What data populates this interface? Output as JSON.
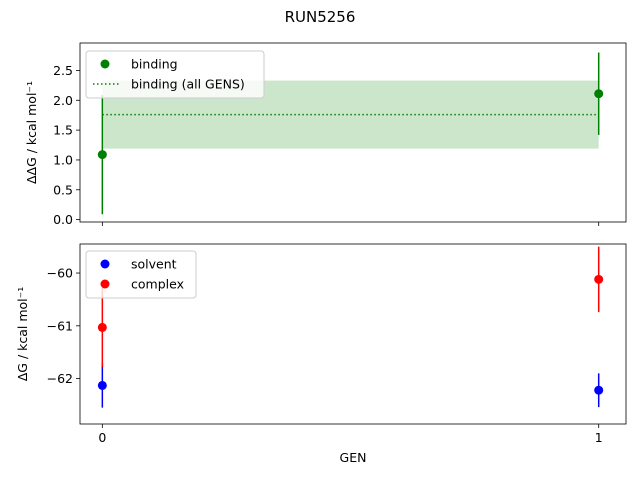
{
  "figure": {
    "title": "RUN5256"
  },
  "chart_data": [
    {
      "type": "scatter",
      "panel": "top",
      "ylabel": "ΔΔG / kcal mol⁻¹",
      "xlabel": "",
      "x": [
        0,
        1
      ],
      "xlim": [
        -0.045,
        1.055
      ],
      "ylim": [
        -0.04,
        2.96
      ],
      "yticks": [
        0.0,
        0.5,
        1.0,
        1.5,
        2.0,
        2.5
      ],
      "ytick_labels": [
        "0.0",
        "0.5",
        "1.0",
        "1.5",
        "2.0",
        "2.5"
      ],
      "xticks": [
        0,
        1
      ],
      "xtick_labels": [],
      "series": [
        {
          "name": "binding",
          "color": "#008000",
          "marker": "circle",
          "points": [
            {
              "x": 0,
              "y": 1.09,
              "err": 1.0
            },
            {
              "x": 1,
              "y": 2.11,
              "err": 0.69
            }
          ]
        }
      ],
      "reference": {
        "name": "binding (all GENS)",
        "color": "#008000",
        "style": "dotted",
        "y": 1.76,
        "band_low": 1.19,
        "band_high": 2.33,
        "band_color": "#008000",
        "band_opacity": 0.2
      },
      "legend": "top-left",
      "grid": false
    },
    {
      "type": "scatter",
      "panel": "bottom",
      "ylabel": "ΔG / kcal mol⁻¹",
      "xlabel": "GEN",
      "x": [
        0,
        1
      ],
      "xlim": [
        -0.045,
        1.055
      ],
      "ylim": [
        -62.86,
        -59.45
      ],
      "yticks": [
        -62,
        -61,
        -60
      ],
      "ytick_labels": [
        "−62",
        "−61",
        "−60"
      ],
      "xticks": [
        0,
        1
      ],
      "xtick_labels": [
        "0",
        "1"
      ],
      "series": [
        {
          "name": "solvent",
          "color": "#0000ff",
          "marker": "circle",
          "points": [
            {
              "x": 0,
              "y": -62.13,
              "err": 0.42
            },
            {
              "x": 1,
              "y": -62.22,
              "err": 0.32
            }
          ]
        },
        {
          "name": "complex",
          "color": "#ff0000",
          "marker": "circle",
          "points": [
            {
              "x": 0,
              "y": -61.03,
              "err": 0.75
            },
            {
              "x": 1,
              "y": -60.12,
              "err": 0.62
            }
          ]
        }
      ],
      "legend": "top-left",
      "grid": false
    }
  ]
}
